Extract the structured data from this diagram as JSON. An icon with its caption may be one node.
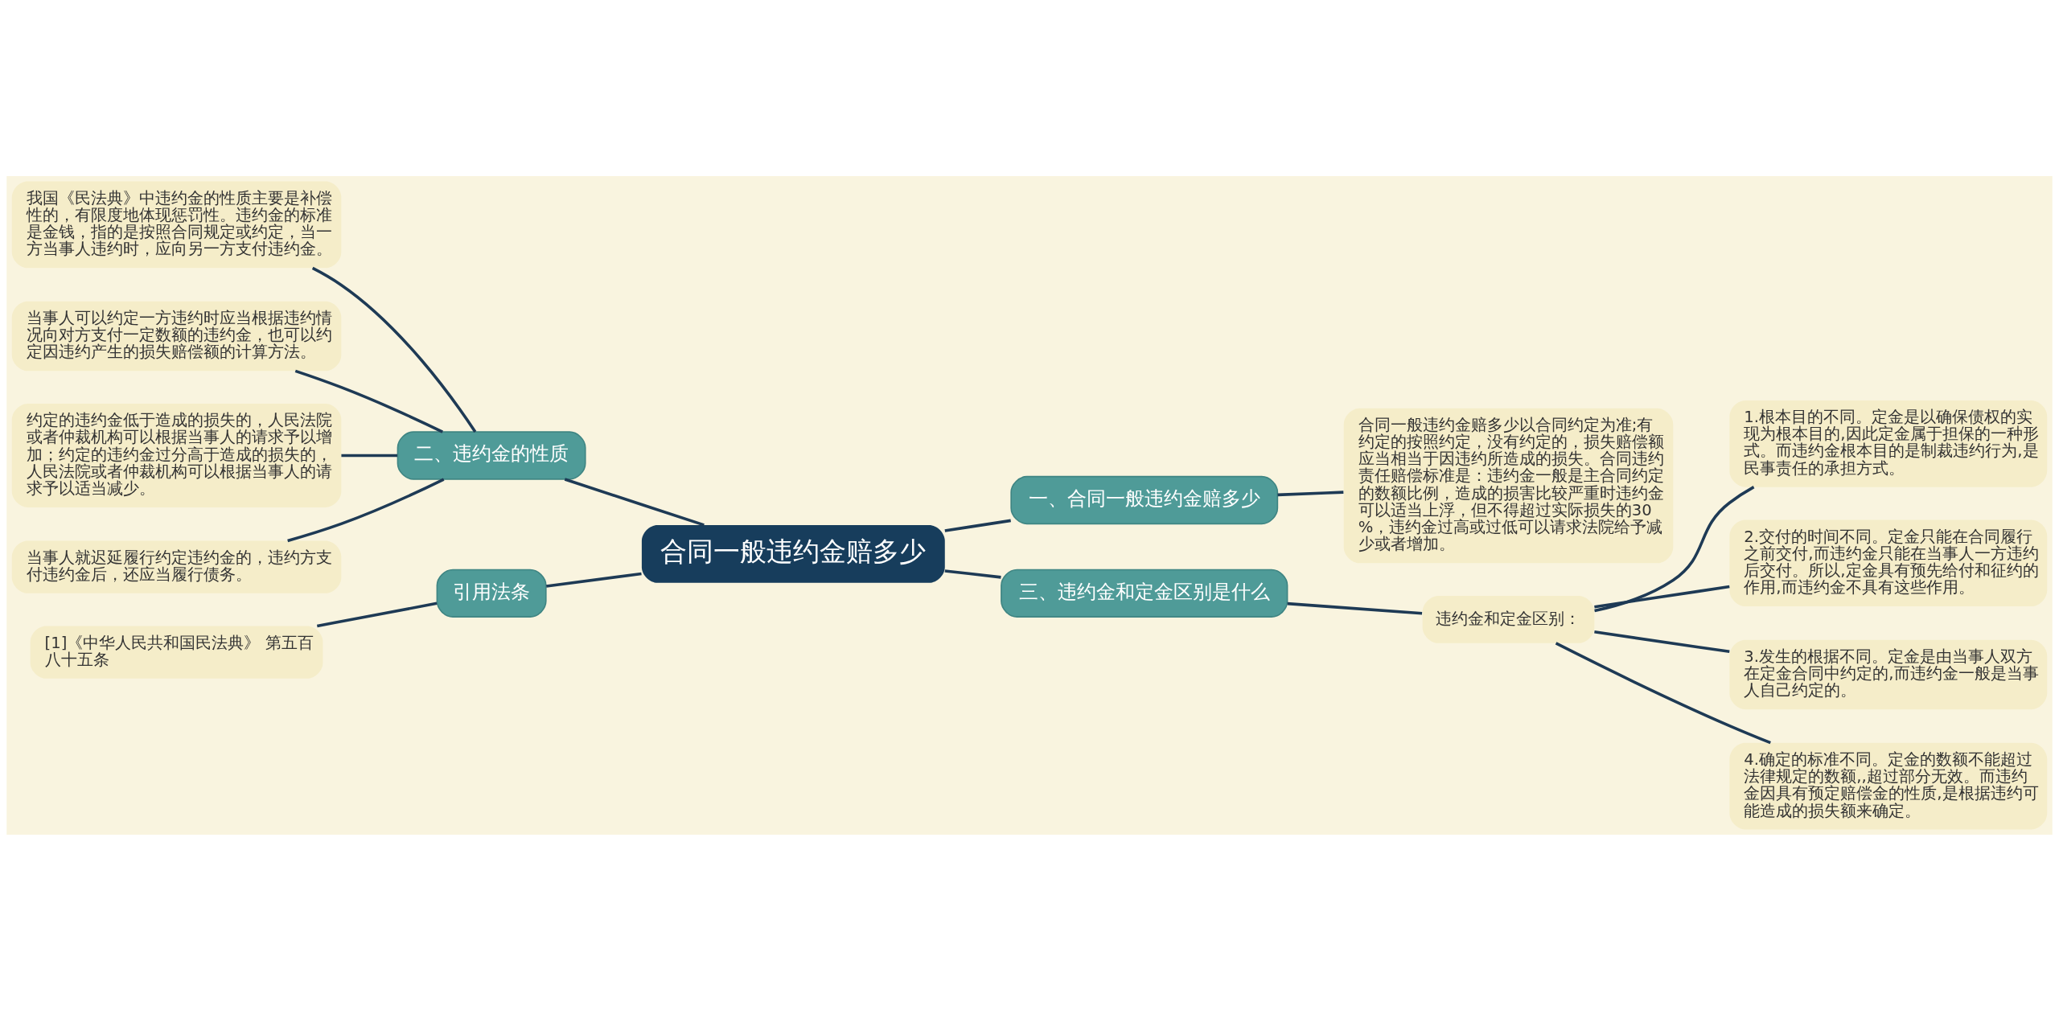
{
  "diagram": {
    "nodes": [
      {
        "text": [
          "合同一般违约金赔多少"
        ]
      },
      {
        "text": [
          "一、合同一般违约金赔多少"
        ]
      },
      {
        "text": [
          "合同一般违约金赔多少以合同约定为准;有约定的按照约定，没有约定的，损失赔偿额应当相当于因违约所造成的损失。合同违约责任赔偿标准是：违约金一般是主合同约定的数额比例，造成的损害比较严重时违约金可以适当上浮，但不得超过实际损失的30%，违约金过高或过低可以请求法院给予减少或者增加。"
        ]
      },
      {
        "text": [
          "二、违约金的性质"
        ]
      },
      {
        "text": [
          "我国《民法典》中违约金的性质主要是补偿性的，有限度地体现惩罚性。违约金的标准是金钱，指的是按照合同规定或约定，当一方当事人违约时，应向另一方支付违约金。"
        ]
      },
      {
        "text": [
          "当事人可以约定一方违约时应当根据违约情况向对方支付一定数额的违约金，也可以约定因违约产生的损失赔偿额的计算方法。"
        ]
      },
      {
        "text": [
          "约定的违约金低于造成的损失的，人民法院或者仲裁机构可以根据当事人的请求予以增加；约定的违约金过分高于造成的损失的，人民法院或者仲裁机构可以根据当事人的请求予以适当减少。"
        ]
      },
      {
        "text": [
          "当事人就迟延履行约定违约金的，违约方支付违约金后，还应当履行债务。"
        ]
      },
      {
        "text": [
          "引用法条"
        ]
      },
      {
        "text": [
          "[1]《中华人民共和国民法典》 第五百八十五条"
        ]
      },
      {
        "text": [
          "三、违约金和定金区别是什么"
        ]
      },
      {
        "text": [
          "违约金和定金区别："
        ]
      },
      {
        "text": [
          "1.根本目的不同。定金是以确保债权的实现为根本目的,因此定金属于担保的一种形式。而违约金根本目的是制裁违约行为,是民事责任的承担方式。"
        ]
      },
      {
        "text": [
          "2.交付的时间不同。定金只能在合同履行之前交付,而违约金只能在当事人一方违约后交付。所以,定金具有预先给付和征约的作用,而违约金不具有这些作用。"
        ]
      },
      {
        "text": [
          "3.发生的根据不同。定金是由当事人双方在定金合同中约定的,而违约金一般是当事人自己约定的。"
        ]
      },
      {
        "text": [
          "4.确定的标准不同。定金的数额不能超过法律规定的数额,,超过部分无效。而违约金因具有预定赔偿金的性质,是根据违约可能造成的损失额来确定。"
        ]
      }
    ],
    "edges": [
      {
        "from": 0,
        "to": 1,
        "arrow": "none"
      },
      {
        "from": 1,
        "to": 2,
        "arrow": "none"
      },
      {
        "from": 0,
        "to": 3,
        "arrow": "none"
      },
      {
        "from": 3,
        "to": 4,
        "arrow": "none"
      },
      {
        "from": 3,
        "to": 5,
        "arrow": "none"
      },
      {
        "from": 3,
        "to": 6,
        "arrow": "none"
      },
      {
        "from": 3,
        "to": 7,
        "arrow": "none"
      },
      {
        "from": 0,
        "to": 8,
        "arrow": "none"
      },
      {
        "from": 8,
        "to": 9,
        "arrow": "none"
      },
      {
        "from": 0,
        "to": 10,
        "arrow": "none"
      },
      {
        "from": 10,
        "to": 11,
        "arrow": "none"
      },
      {
        "from": 11,
        "to": 12,
        "arrow": "none"
      },
      {
        "from": 11,
        "to": 13,
        "arrow": "none"
      },
      {
        "from": 11,
        "to": 14,
        "arrow": "none"
      },
      {
        "from": 11,
        "to": 15,
        "arrow": "none"
      }
    ]
  }
}
